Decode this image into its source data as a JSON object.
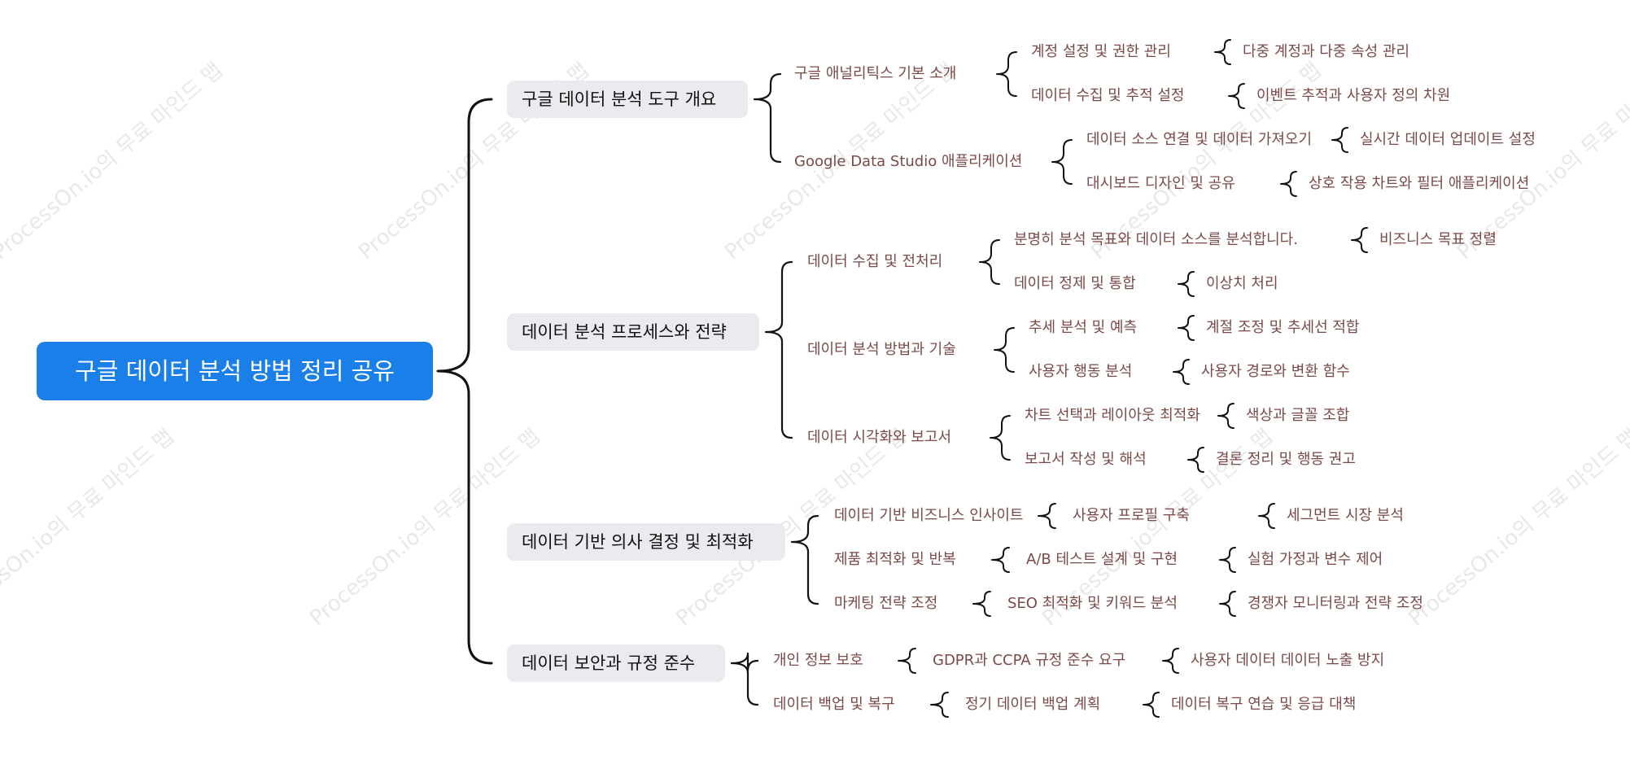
{
  "watermark": "ProcessOn.io의 무료 마인드 맵",
  "colors": {
    "root_bg": "#1a7fe8",
    "branch_bg": "#e9ebee",
    "leaf_text": "#7b4a48",
    "connector": "#111111",
    "watermark": "#e8e8e8"
  },
  "root": {
    "label": "구글 데이터 분석 방법 정리 공유",
    "children": [
      {
        "label": "구글 데이터 분석 도구 개요",
        "children": [
          {
            "label": "구글 애널리틱스 기본 소개",
            "children": [
              {
                "label": "계정 설정 및 권한 관리",
                "children": [
                  {
                    "label": "다중 계정과 다중 속성 관리"
                  }
                ]
              },
              {
                "label": "데이터 수집 및 추적 설정",
                "children": [
                  {
                    "label": "이벤트 추적과 사용자 정의 차원"
                  }
                ]
              }
            ]
          },
          {
            "label": "Google Data Studio 애플리케이션",
            "children": [
              {
                "label": "데이터 소스 연결 및 데이터 가져오기",
                "children": [
                  {
                    "label": "실시간 데이터 업데이트 설정"
                  }
                ]
              },
              {
                "label": "대시보드 디자인 및 공유",
                "children": [
                  {
                    "label": "상호 작용 차트와 필터 애플리케이션"
                  }
                ]
              }
            ]
          }
        ]
      },
      {
        "label": "데이터 분석 프로세스와 전략",
        "children": [
          {
            "label": "데이터 수집 및 전처리",
            "children": [
              {
                "label": "분명히 분석 목표와 데이터 소스를 분석합니다.",
                "children": [
                  {
                    "label": "비즈니스 목표 정렬"
                  }
                ]
              },
              {
                "label": "데이터 정제 및 통합",
                "children": [
                  {
                    "label": "이상치 처리"
                  }
                ]
              }
            ]
          },
          {
            "label": "데이터 분석 방법과 기술",
            "children": [
              {
                "label": "추세 분석 및 예측",
                "children": [
                  {
                    "label": "계절 조정 및 추세선 적합"
                  }
                ]
              },
              {
                "label": "사용자 행동 분석",
                "children": [
                  {
                    "label": "사용자 경로와 변환 함수"
                  }
                ]
              }
            ]
          },
          {
            "label": "데이터 시각화와 보고서",
            "children": [
              {
                "label": "차트 선택과 레이아웃 최적화",
                "children": [
                  {
                    "label": "색상과 글꼴 조합"
                  }
                ]
              },
              {
                "label": "보고서 작성 및 해석",
                "children": [
                  {
                    "label": "결론 정리 및 행동 권고"
                  }
                ]
              }
            ]
          }
        ]
      },
      {
        "label": "데이터 기반 의사 결정 및 최적화",
        "children": [
          {
            "label": "데이터 기반 비즈니스 인사이트",
            "children": [
              {
                "label": "사용자 프로필 구축",
                "children": [
                  {
                    "label": "세그먼트 시장 분석"
                  }
                ]
              }
            ]
          },
          {
            "label": "제품 최적화 및 반복",
            "children": [
              {
                "label": "A/B 테스트 설계 및 구현",
                "children": [
                  {
                    "label": "실험 가정과 변수 제어"
                  }
                ]
              }
            ]
          },
          {
            "label": "마케팅 전략 조정",
            "children": [
              {
                "label": "SEO 최적화 및 키워드 분석",
                "children": [
                  {
                    "label": "경쟁자 모니터링과 전략 조정"
                  }
                ]
              }
            ]
          }
        ]
      },
      {
        "label": "데이터 보안과 규정 준수",
        "children": [
          {
            "label": "개인 정보 보호",
            "children": [
              {
                "label": "GDPR과 CCPA 규정 준수 요구",
                "children": [
                  {
                    "label": "사용자 데이터 데이터 노출 방지"
                  }
                ]
              }
            ]
          },
          {
            "label": "데이터 백업 및 복구",
            "children": [
              {
                "label": "정기 데이터 백업 계획",
                "children": [
                  {
                    "label": "데이터 복구 연습 및 응급 대책"
                  }
                ]
              }
            ]
          }
        ]
      }
    ]
  }
}
